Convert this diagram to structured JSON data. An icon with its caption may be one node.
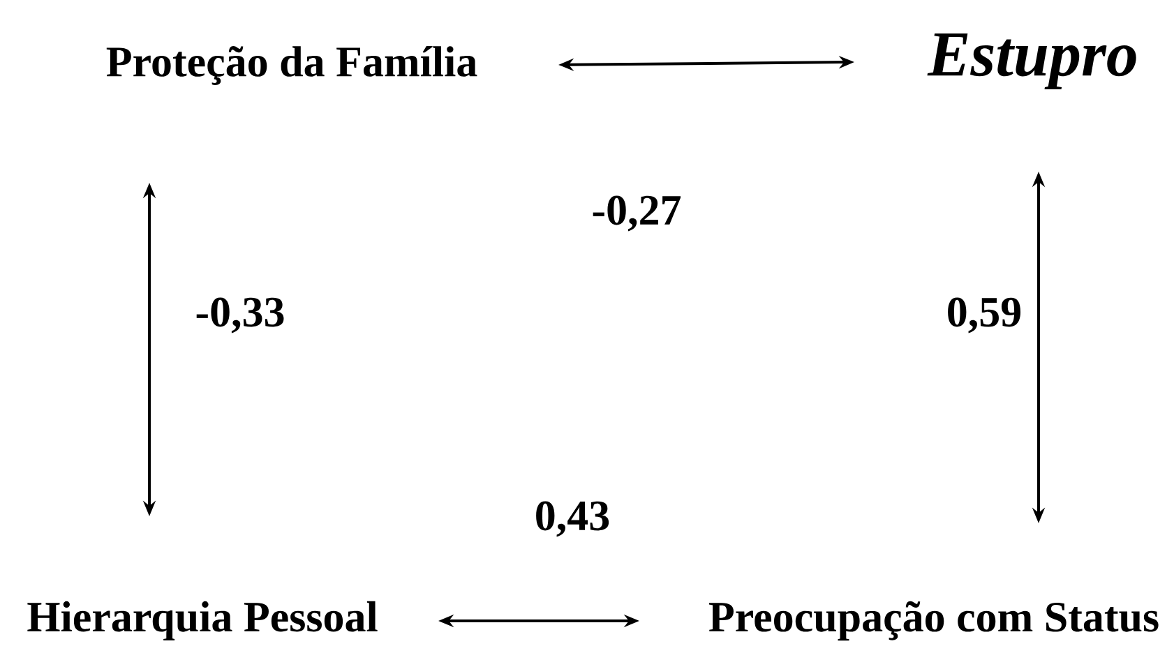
{
  "diagram": {
    "nodes": [
      {
        "text": [
          "Proteção da Família"
        ]
      },
      {
        "text": [
          "Estupro"
        ]
      },
      {
        "text": [
          "Hierarquia Pessoal"
        ]
      },
      {
        "text": [
          "Preocupação com Status"
        ]
      }
    ],
    "edges": [
      {
        "from": 0,
        "to": 1,
        "arrow": "both",
        "label": "-0,27"
      },
      {
        "from": 0,
        "to": 2,
        "arrow": "both",
        "label": "-0,33"
      },
      {
        "from": 1,
        "to": 3,
        "arrow": "both",
        "label": "0,59"
      },
      {
        "from": 2,
        "to": 3,
        "arrow": "both",
        "label": "0,43"
      }
    ]
  }
}
